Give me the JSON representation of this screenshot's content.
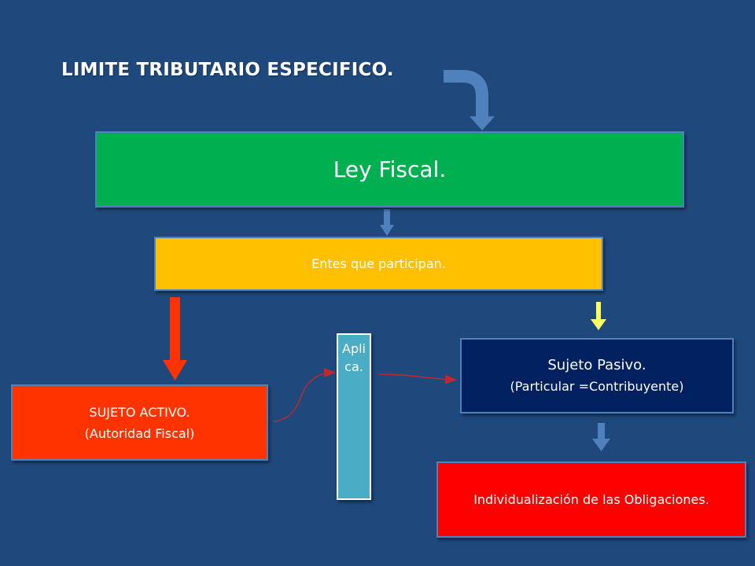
{
  "title": "LIMITE TRIBUTARIO ESPECIFICO.",
  "nodes": {
    "ley": "Ley Fiscal.",
    "entes": "Entes que participan.",
    "activo_line1": "SUJETO ACTIVO.",
    "activo_line2": "(Autoridad Fiscal)",
    "aplica": "Aplica.",
    "pasivo_line1": "Sujeto Pasivo.",
    "pasivo_line2": "(Particular =Contribuyente)",
    "indiv": "Individualización de las Obligaciones."
  },
  "colors": {
    "background": "#1f497d",
    "ley": "#00b050",
    "entes": "#ffc000",
    "activo": "#ff3300",
    "aplica": "#4bacc6",
    "pasivo": "#002060",
    "indiv": "#ff0000",
    "arrow_blue": "#4f81bd",
    "arrow_red": "#ff3300",
    "arrow_yellow": "#ffff66"
  }
}
